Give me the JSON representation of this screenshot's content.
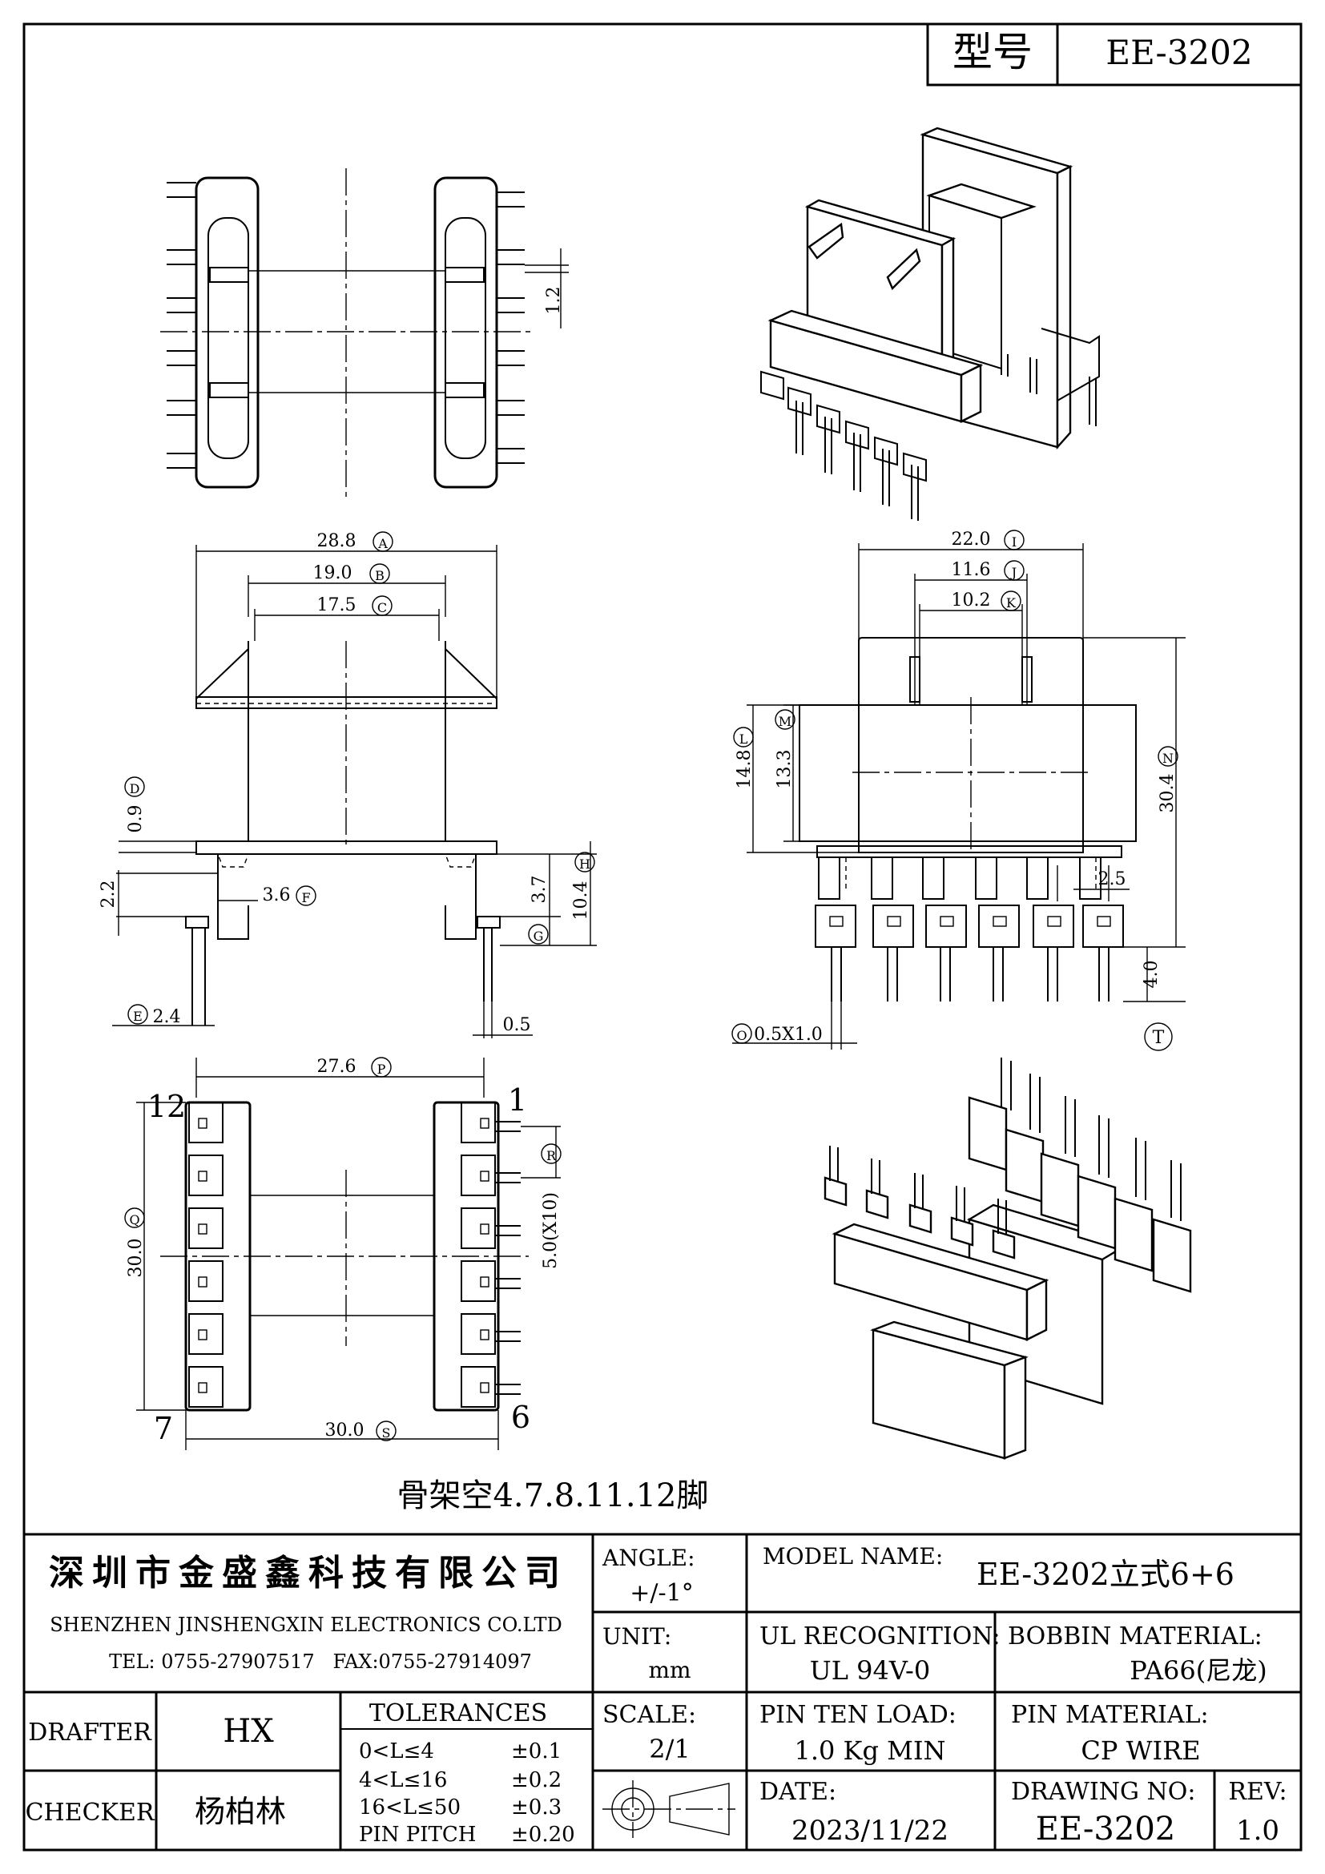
{
  "header": {
    "model_label": "型号",
    "model_value": "EE-3202"
  },
  "views": {
    "side_dims": {
      "A": "28.8",
      "B": "19.0",
      "C": "17.5",
      "D": "0.9",
      "E": "2.4",
      "F": "3.6",
      "G": "3.7",
      "H": "10.4",
      "left_2_2": "2.2",
      "pin_0_5": "0.5"
    },
    "front_dims": {
      "I": "22.0",
      "J": "11.6",
      "K": "10.2",
      "L": "14.8",
      "M": "13.3",
      "N": "30.4",
      "pin_pitch": "2.5",
      "pin_len": "4.0",
      "O": "0.5X1.0",
      "T": "T"
    },
    "top_dims": {
      "P": "27.6",
      "Q": "30.0",
      "R": "5.0(X10)",
      "S": "30.0",
      "top_1_2": "1.2",
      "pin_1": "1",
      "pin_6": "6",
      "pin_7": "7",
      "pin_12": "12"
    },
    "letters": {
      "A": "A",
      "B": "B",
      "C": "C",
      "D": "D",
      "E": "E",
      "F": "F",
      "G": "G",
      "H": "H",
      "I": "I",
      "J": "J",
      "K": "K",
      "L": "L",
      "M": "M",
      "N": "N",
      "O": "O",
      "P": "P",
      "Q": "Q",
      "R": "R",
      "S": "S"
    },
    "note": "骨架空4.7.8.11.12脚"
  },
  "title_block": {
    "company_cn": "深圳市金盛鑫科技有限公司",
    "company_en": "SHENZHEN JINSHENGXIN ELECTRONICS CO.LTD",
    "contact": "TEL: 0755-27907517   FAX:0755-27914097",
    "angle_label": "ANGLE:",
    "angle_value": "+/-1°",
    "model_name_label": "MODEL NAME:",
    "model_name_value": "EE-3202立式6+6",
    "unit_label": "UNIT:",
    "unit_value": "mm",
    "ul_label": "UL RECOGNITION:",
    "ul_value": "UL 94V-0",
    "bobbin_label": "BOBBIN MATERIAL:",
    "bobbin_value": "PA66(尼龙)",
    "drafter_label": "DRAFTER",
    "drafter_value": "HX",
    "tolerances_label": "TOLERANCES",
    "tolerances": [
      {
        "range": "0<L≤4",
        "tol": "±0.1"
      },
      {
        "range": "4<L≤16",
        "tol": "±0.2"
      },
      {
        "range": "16<L≤50",
        "tol": "±0.3"
      },
      {
        "range": "PIN PITCH",
        "tol": "±0.20"
      }
    ],
    "scale_label": "SCALE:",
    "scale_value": "2/1",
    "pin_load_label": "PIN TEN LOAD:",
    "pin_load_value": "1.0 Kg MIN",
    "pin_material_label": "PIN MATERIAL:",
    "pin_material_value": "CP WIRE",
    "checker_label": "CHECKER",
    "checker_value": "杨柏林",
    "date_label": "DATE:",
    "date_value": "2023/11/22",
    "drawing_no_label": "DRAWING NO:",
    "drawing_no_value": "EE-3202",
    "rev_label": "REV:",
    "rev_value": "1.0"
  }
}
